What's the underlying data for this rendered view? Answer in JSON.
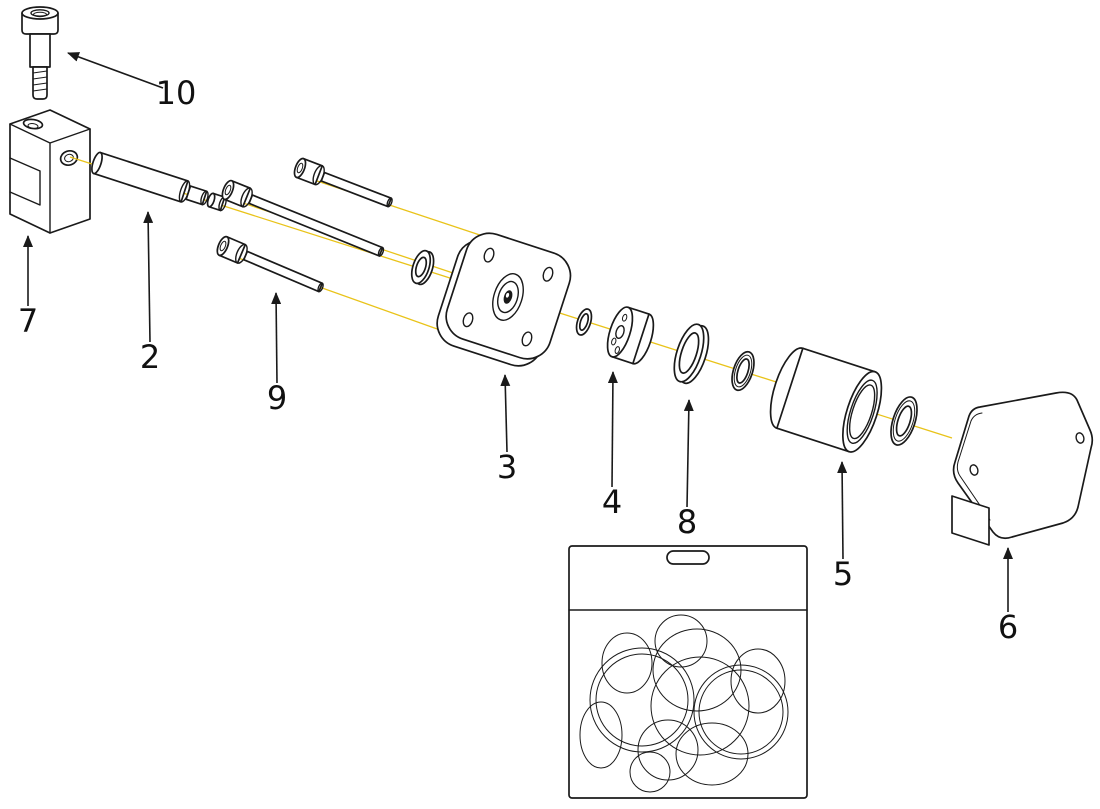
{
  "diagram": {
    "background_color": "#ffffff",
    "line_color": "#1a1a1a",
    "centerline_color": "#e9c319"
  },
  "labels": {
    "p2": "2",
    "p3": "3",
    "p4": "4",
    "p5": "5",
    "p6": "6",
    "p7": "7",
    "p8": "8",
    "p9": "9",
    "p10": "10"
  }
}
